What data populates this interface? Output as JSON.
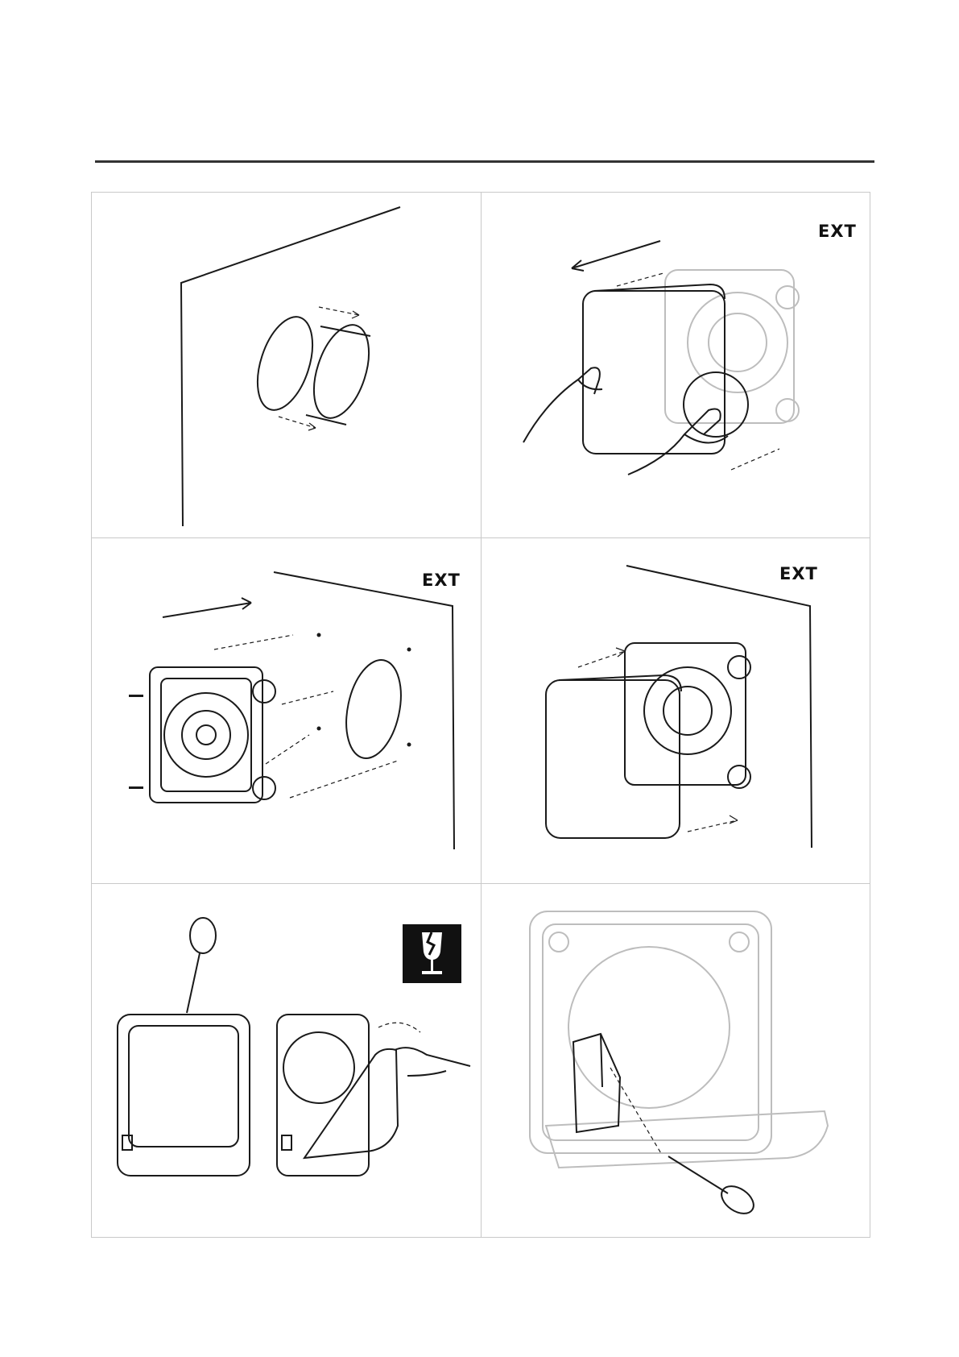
{
  "panels": {
    "p2": {
      "tag": "EXT"
    },
    "p3": {
      "tag": "EXT"
    },
    "p4": {
      "tag": "EXT"
    },
    "p5": {
      "symbol": "fragile-glass-icon"
    },
    "p6": {}
  },
  "colors": {
    "line": "#1a1a1a",
    "faded": "#bdbdbd",
    "border": "#c9c9c9"
  }
}
